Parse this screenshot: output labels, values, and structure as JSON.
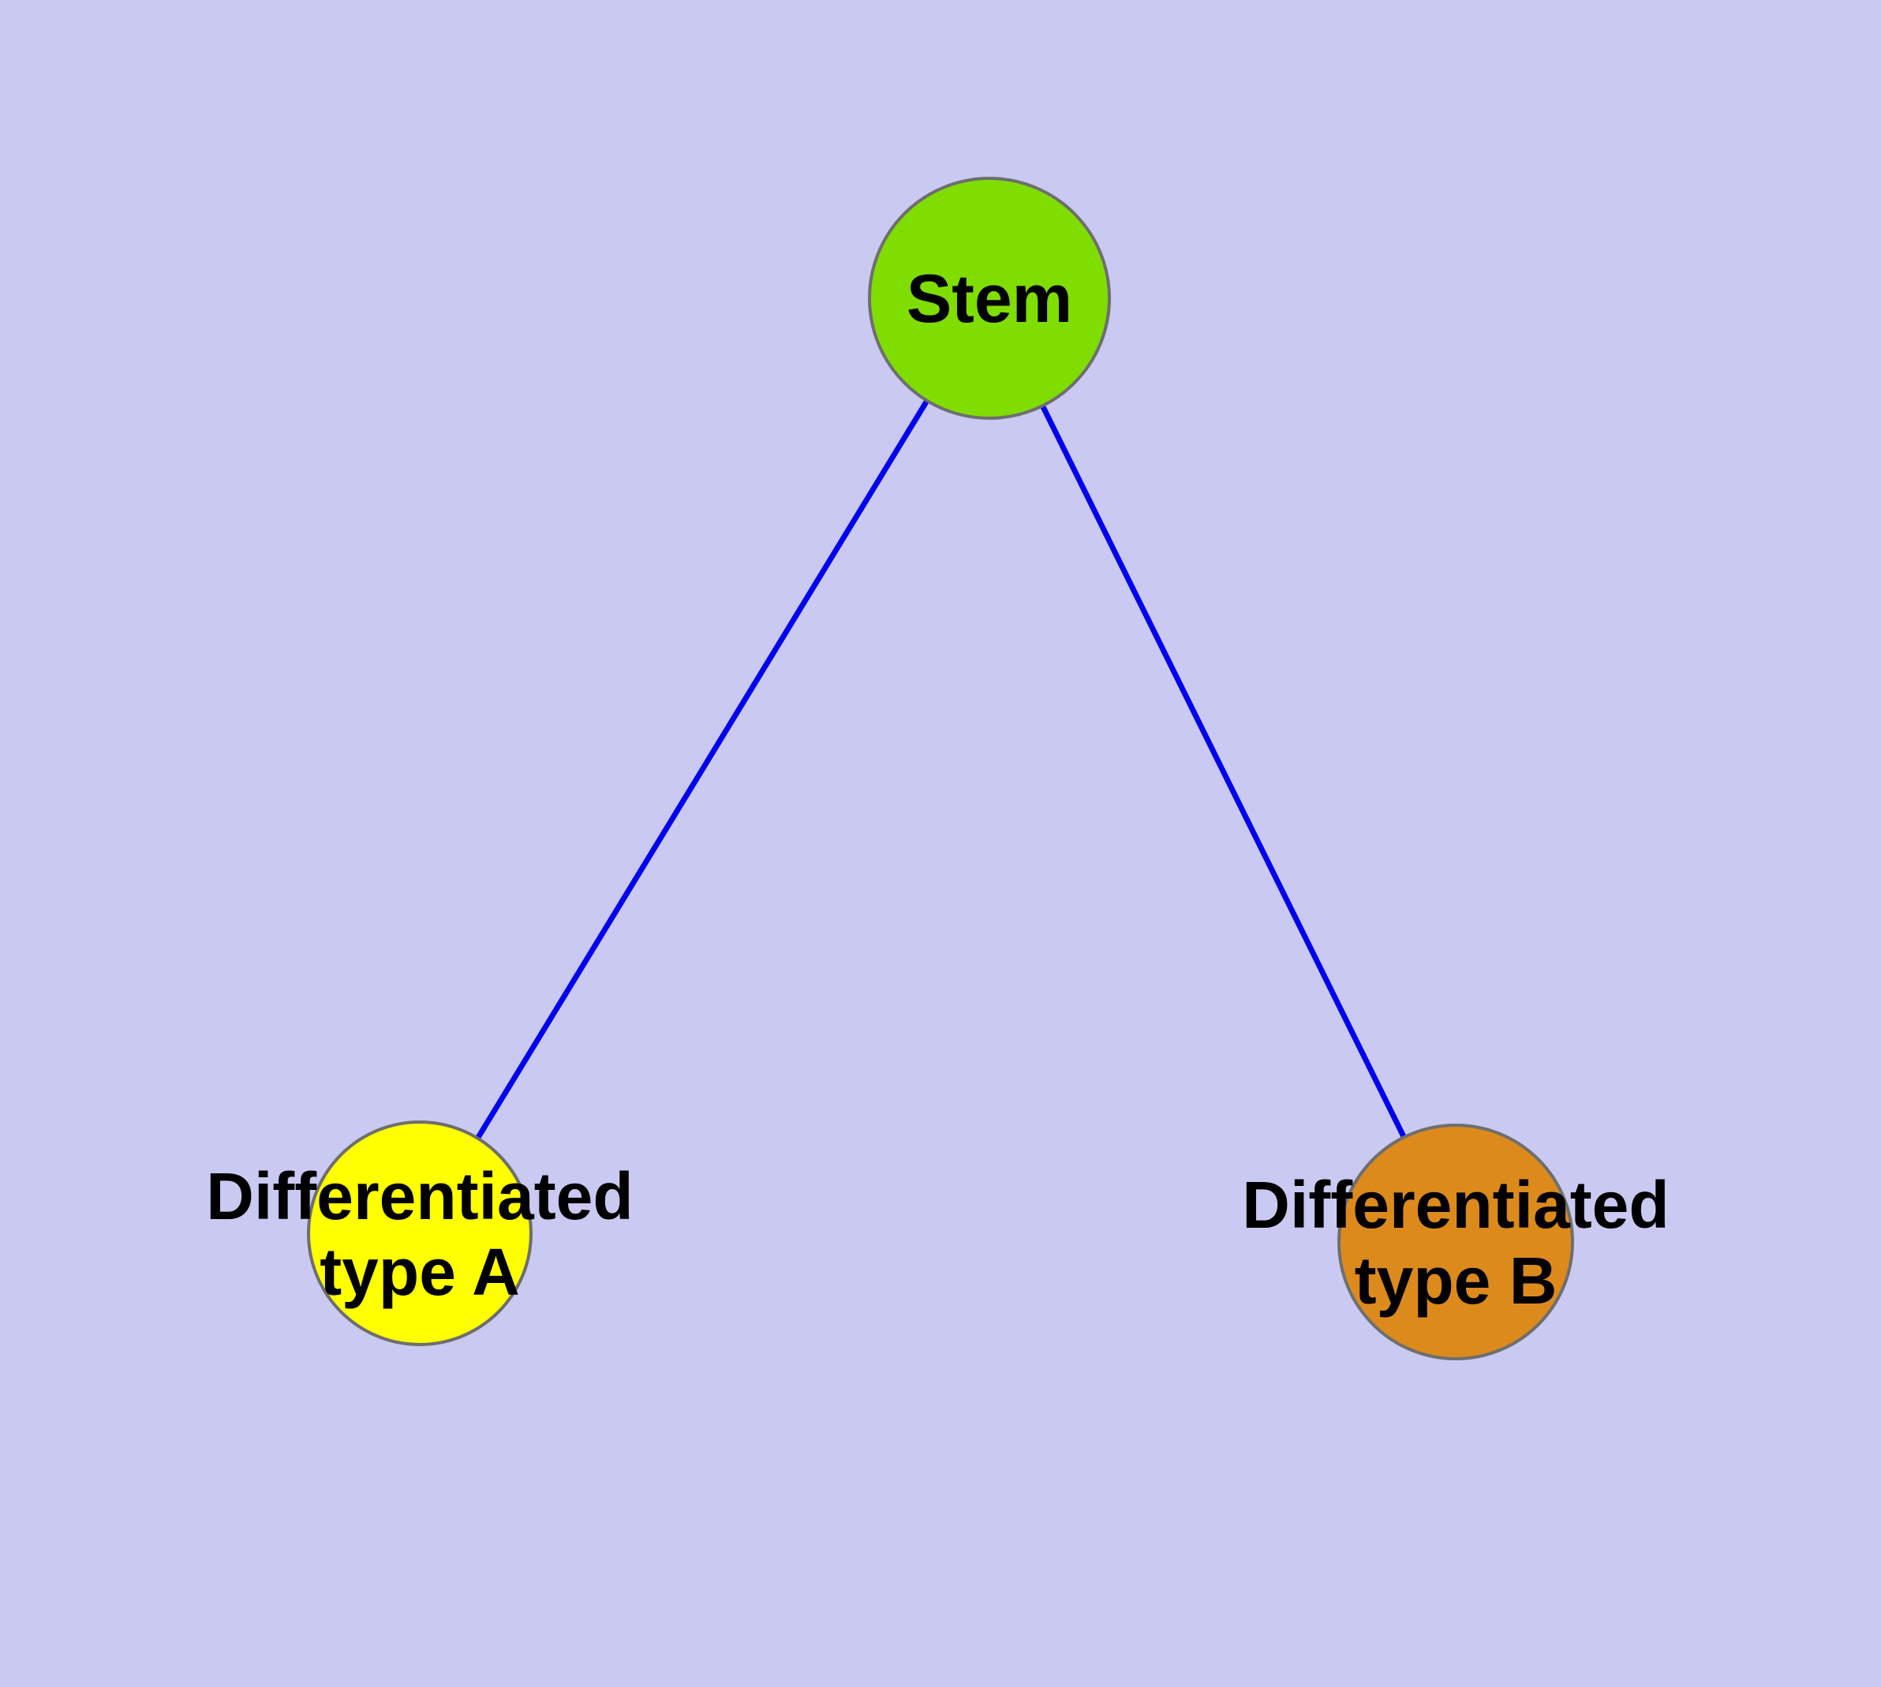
{
  "diagram": {
    "colors": {
      "background": "#c9c9f2",
      "edge": "#0000ee",
      "node_border": "#6e6e6e",
      "label_text": "#000000"
    },
    "nodes": {
      "stem": {
        "label": "Stem",
        "fill": "#7fdd00"
      },
      "type_a": {
        "label_line1": "Differentiated",
        "label_line2": "type A",
        "label_full": "Differentiated type A",
        "fill": "#ffff00"
      },
      "type_b": {
        "label_line1": "Differentiated",
        "label_line2": "type B",
        "label_full": "Differentiated type B",
        "fill": "#dd8a1c"
      }
    },
    "edges": [
      {
        "from": "Stem",
        "to": "Differentiated type A"
      },
      {
        "from": "Stem",
        "to": "Differentiated type B"
      }
    ]
  }
}
